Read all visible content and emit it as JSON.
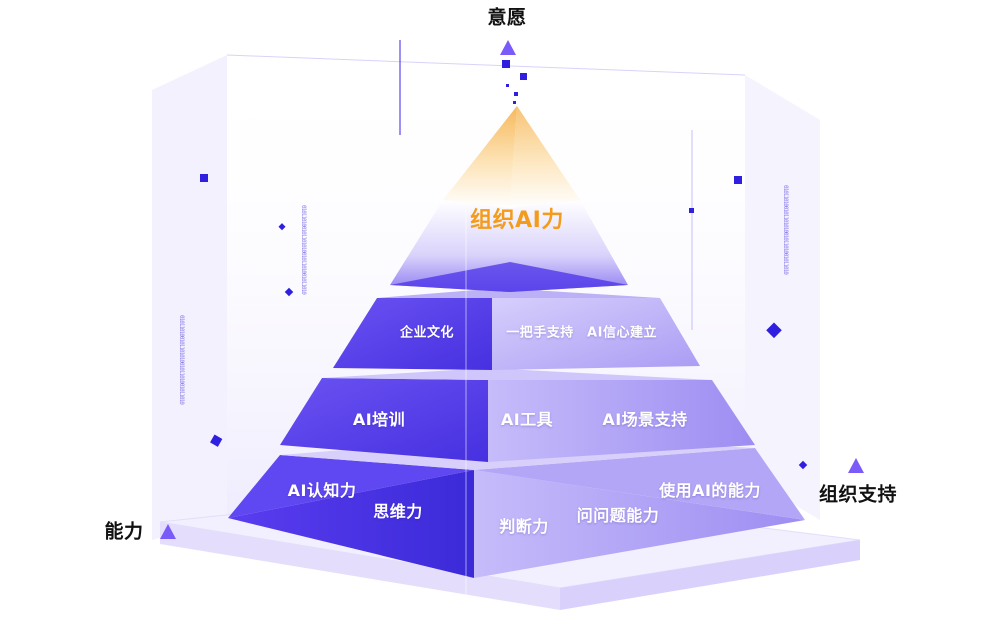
{
  "axes": {
    "top": "意愿",
    "left": "能力",
    "right": "组织支持"
  },
  "peak": {
    "label": "组织AI力"
  },
  "layers": {
    "culture": {
      "left": "企业文化",
      "right_1": "一把手支持",
      "right_2": "AI信心建立"
    },
    "training": {
      "left": "AI培训",
      "right_1": "AI工具",
      "right_2": "AI场景支持"
    },
    "base": {
      "left_1": "AI认知力",
      "left_2": "思维力",
      "right_1": "判断力",
      "right_2": "问问题能力",
      "right_3": "使用AI的能力"
    }
  },
  "decor": {
    "binary_text": "0101101001011010100101101001011010"
  },
  "colors": {
    "purple_dark": "#4a32e8",
    "purple_light": "#a99af5",
    "accent_orange": "#f39b1a",
    "marker": "#7a5af8"
  }
}
